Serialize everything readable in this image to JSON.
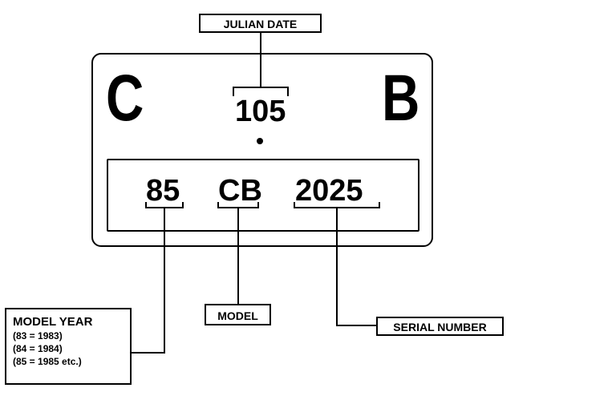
{
  "plate": {
    "left_letter": "C",
    "right_letter": "B",
    "julian_value": "105",
    "model_year_value": "85",
    "model_value": "CB",
    "serial_value": "2025"
  },
  "callouts": {
    "julian_date": "JULIAN DATE",
    "model": "MODEL",
    "serial_number": "SERIAL NUMBER",
    "model_year": {
      "title": "MODEL YEAR",
      "lines": [
        "(83 = 1983)",
        "(84 = 1984)",
        "(85 = 1985 etc.)"
      ]
    }
  }
}
